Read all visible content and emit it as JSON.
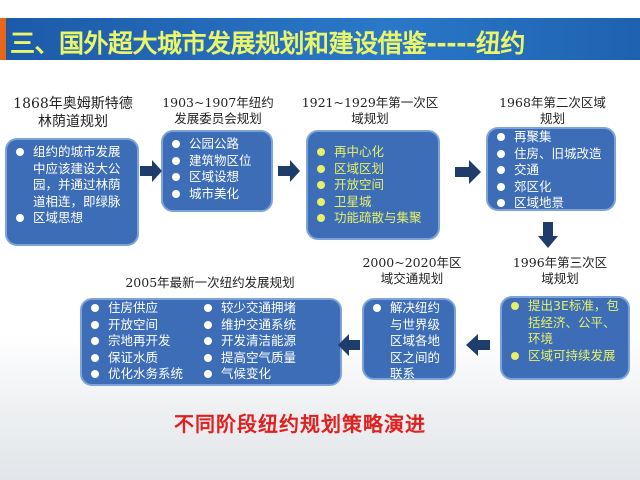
{
  "header": {
    "title": "三、国外超大城市发展规划和建设借鉴-----纽约"
  },
  "stages": [
    {
      "title": "1868年奥姆斯特德林荫道规划",
      "items": [
        "组约的城市发展中应该建设大公园，并通过林荫道相连，即绿脉",
        "区域思想"
      ]
    },
    {
      "title": "1903~1907年纽约发展委员会规划",
      "items": [
        "公园公路",
        "建筑物区位",
        "区域设想",
        "城市美化"
      ]
    },
    {
      "title": "1921~1929年第一次区域规划",
      "items": [
        "再中心化",
        "区域区划",
        "开放空间",
        "卫星城",
        "功能疏散与集聚"
      ]
    },
    {
      "title": "1968年第二次区域规划",
      "items": [
        "再聚集",
        "住房、旧城改造",
        "交通",
        "郊区化",
        "区域地景"
      ]
    },
    {
      "title": "1996年第三次区域规划",
      "items": [
        "提出3E标准，包括经济、公平、环境",
        "区域可持续发展"
      ]
    },
    {
      "title": "2000~2020年区域交通规划",
      "items": [
        "解决纽约与世界级区域各地区之间的联系"
      ]
    },
    {
      "title": "2005年最新一次纽约发展规划",
      "items": [
        "住房供应",
        "开放空间",
        "宗地再开发",
        "保证水质",
        "优化水务系统",
        "较少交通拥堵",
        "维护交通系统",
        "开发清洁能源",
        "提高空气质量",
        "气候变化"
      ]
    }
  ],
  "footer": "不同阶段纽约规划策略演进",
  "colors": {
    "box": "#3c6db6",
    "highlight": "#e6f06a",
    "footer": "#e01f1f",
    "arrow": "#1f3d6b"
  }
}
